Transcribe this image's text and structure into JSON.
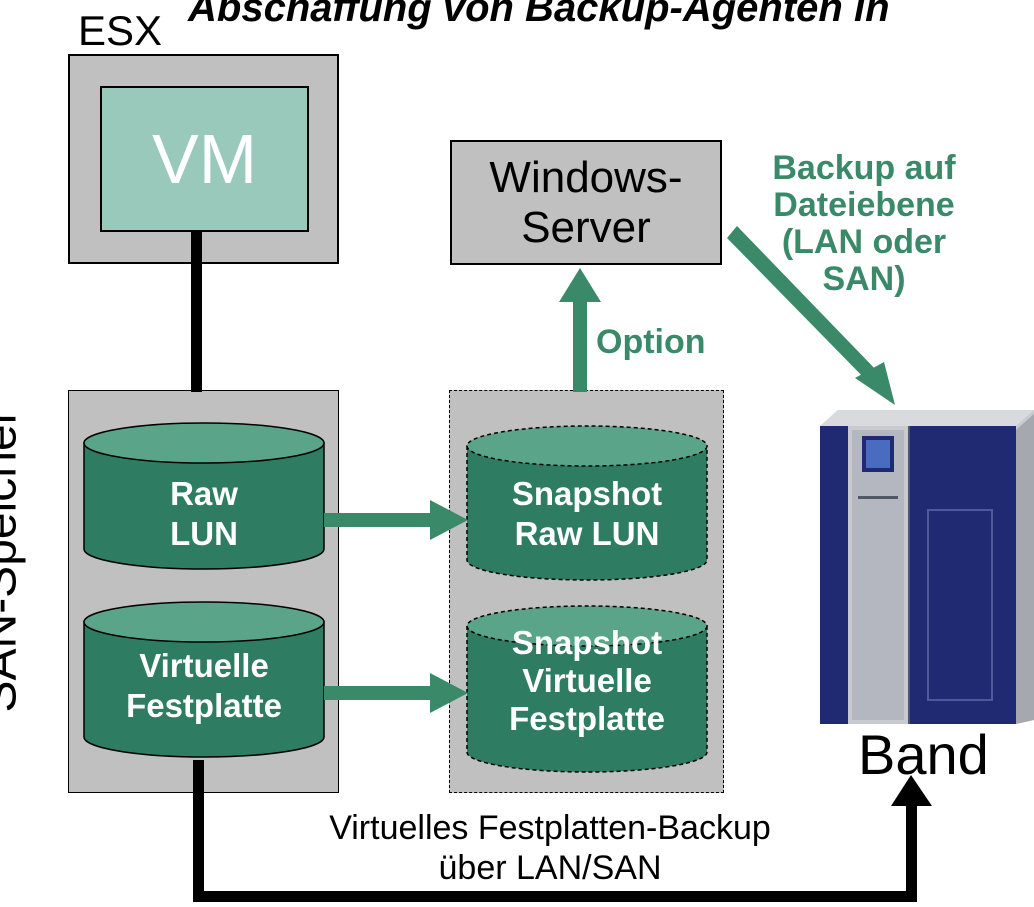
{
  "title": "Abschaffung von Backup-Agenten in",
  "esx_label": "ESX",
  "vm_label": "VM",
  "windows_server": [
    "Windows-",
    "Server"
  ],
  "san_label": "SAN-Speicher",
  "cylinders": {
    "raw_lun": [
      "Raw",
      "LUN"
    ],
    "virtual_disk": [
      "Virtuelle",
      "Festplatte"
    ],
    "snapshot_raw_lun": [
      "Snapshot",
      "Raw LUN"
    ],
    "snapshot_virtual_disk": [
      "Snapshot",
      "Virtuelle",
      "Festplatte"
    ]
  },
  "option_label": "Option",
  "backup_label": [
    "Backup auf",
    "Dateiebene",
    "(LAN oder",
    "SAN)"
  ],
  "band_label": "Band",
  "bottom_label": [
    "Virtuelles Festplatten-Backup",
    "über LAN/SAN"
  ],
  "colors": {
    "green_dark": "#2e7c62",
    "green_text": "#3a8a6a",
    "vm_fill": "#99c9bb",
    "gray_box": "#c0c0c0",
    "tape_blue": "#1f2a73"
  }
}
